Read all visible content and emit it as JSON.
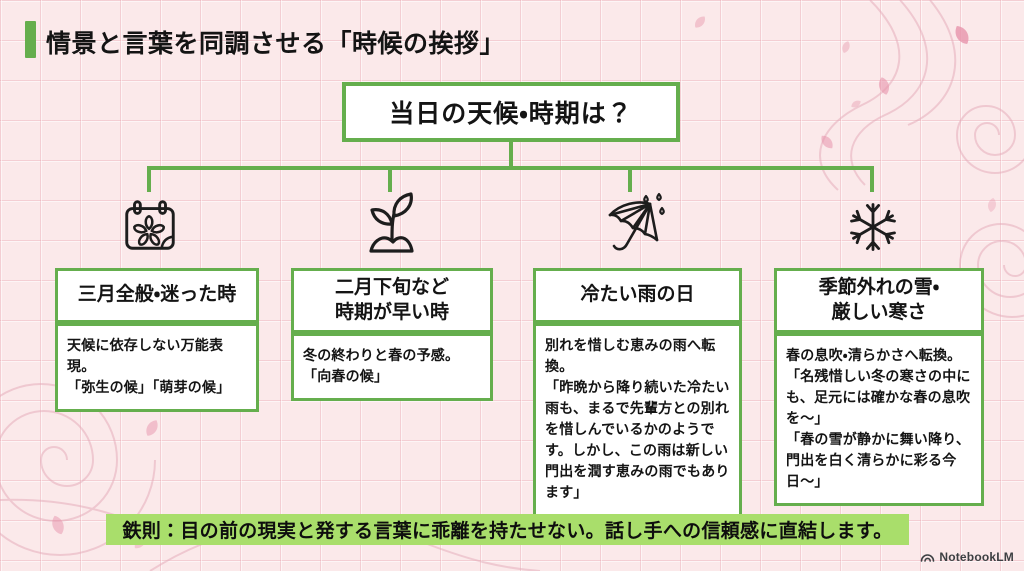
{
  "page": {
    "title": "情景と言葉を同調させる「時候の挨拶」"
  },
  "root_node": {
    "label": "当日の天候・時期は？"
  },
  "branches": [
    {
      "icon": "calendar-sakura-icon",
      "header": "三月全般・迷った時",
      "body": "天候に依存しない万能表現。\n「弥生の候」「萌芽の候」"
    },
    {
      "icon": "sprout-icon",
      "header": "二月下旬など\n時期が早い時",
      "body": "冬の終わりと春の予感。\n「向春の候」"
    },
    {
      "icon": "umbrella-rain-icon",
      "header": "冷たい雨の日",
      "body": "別れを惜しむ恵みの雨へ転換。\n「昨晩から降り続いた冷たい雨も、まるで先輩方との別れを惜しんでいるかのようです。しかし、この雨は新しい門出を潤す恵みの雨でもあります」"
    },
    {
      "icon": "snowflake-icon",
      "header": "季節外れの雪・\n厳しい寒さ",
      "body": "春の息吹・清らかさへ転換。\n「名残惜しい冬の寒さの中にも、足元には確かな春の息吹を〜」\n「春の雪が静かに舞い降り、門出を白く清らかに彩る今日〜」"
    }
  ],
  "footer": {
    "rule": "鉄則：目の前の現実と発する言葉に乖離を持たせない。話し手への信頼感に直結します。",
    "brand": "NotebookLM"
  },
  "colors": {
    "accent_green": "#65ae4d",
    "banner_green": "#a9de6b",
    "background_pink": "#fbe9ea",
    "text": "#141414"
  }
}
